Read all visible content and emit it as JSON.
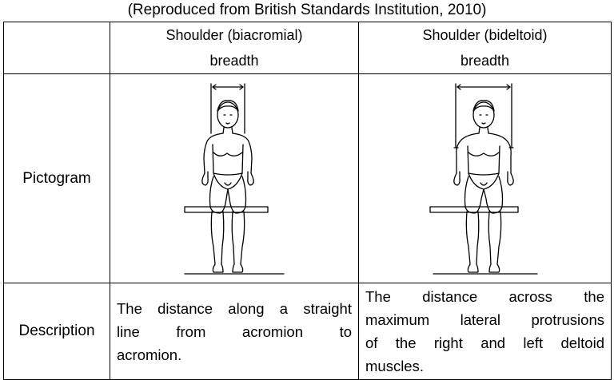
{
  "caption": "(Reproduced from British Standards Institution, 2010)",
  "columns": [
    {
      "header_line1": "Shoulder (biacromial)",
      "header_line2": "breadth"
    },
    {
      "header_line1": "Shoulder (bideltoid)",
      "header_line2": "breadth"
    }
  ],
  "rows": {
    "pictogram_label": "Pictogram",
    "description_label": "Description"
  },
  "descriptions": {
    "biacromial": [
      "The distance along a straight",
      "line from acromion to",
      "acromion."
    ],
    "bideltoid": [
      "The distance across the",
      "maximum lateral protrusions",
      "of the right and left deltoid",
      "muscles."
    ]
  },
  "pictograms": {
    "biacromial": "seated-figure-biacromial-measurement",
    "bideltoid": "seated-figure-bideltoid-measurement"
  }
}
